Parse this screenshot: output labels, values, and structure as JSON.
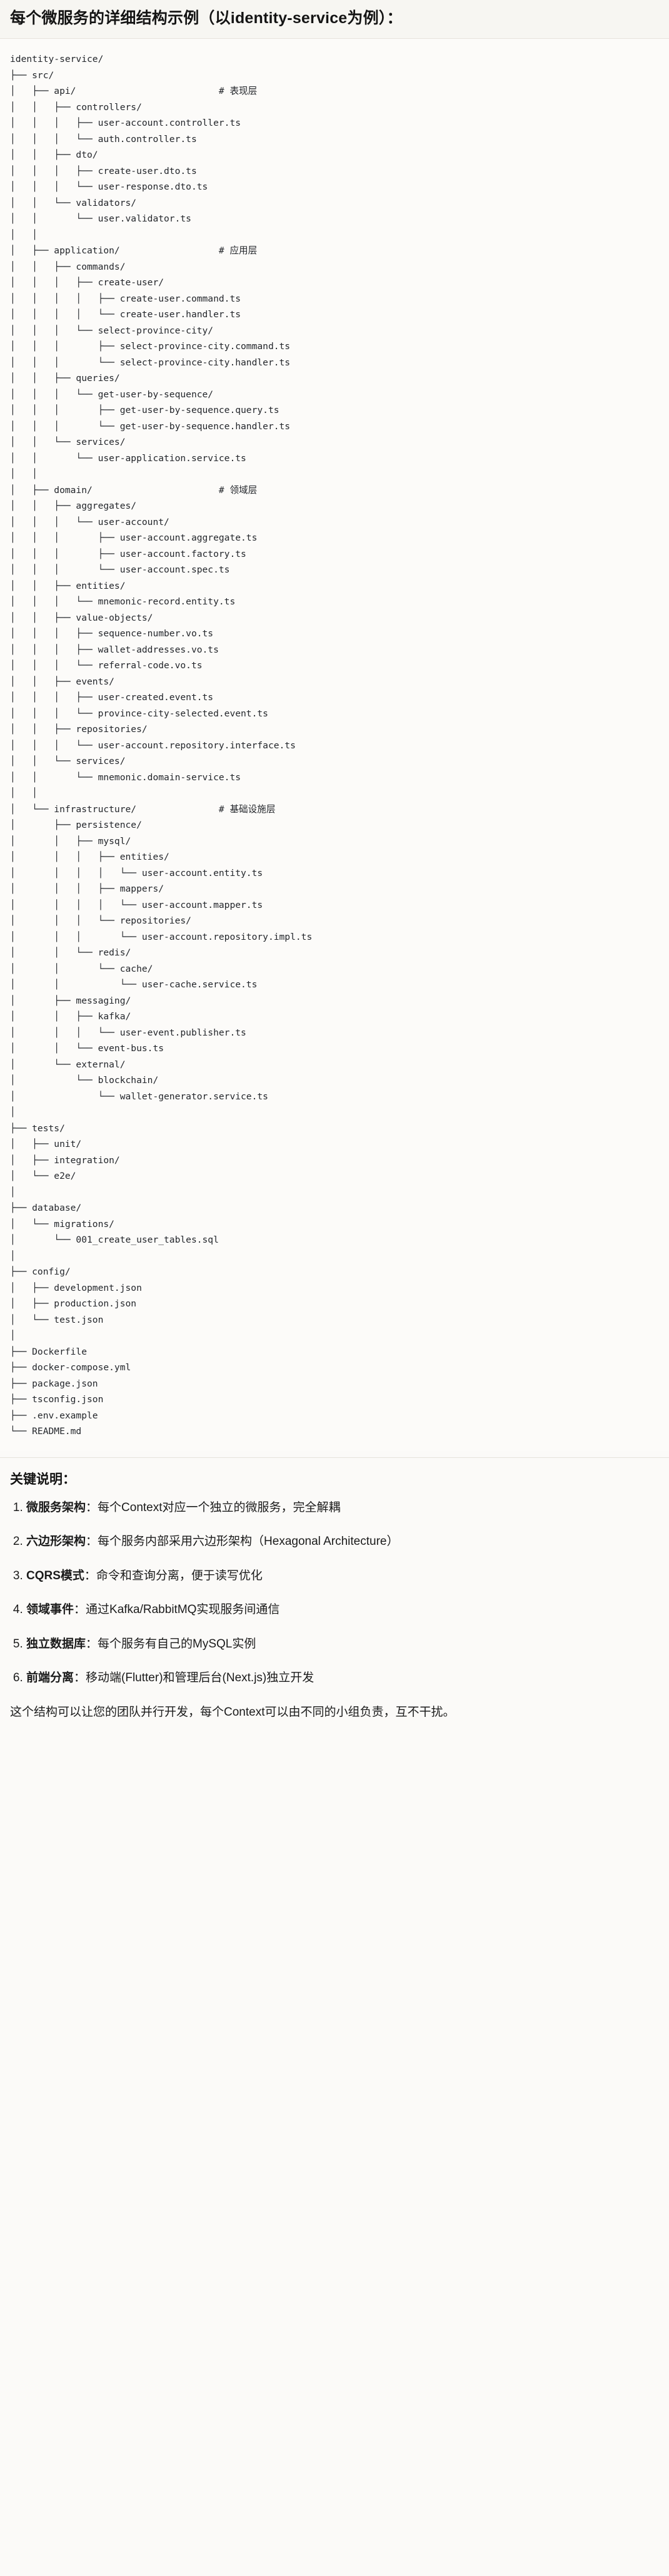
{
  "header": {
    "title": "每个微服务的详细结构示例（以identity-service为例）："
  },
  "tree": {
    "text": "identity-service/\n├── src/\n│   ├── api/                          # 表现层\n│   │   ├── controllers/\n│   │   │   ├── user-account.controller.ts\n│   │   │   └── auth.controller.ts\n│   │   ├── dto/\n│   │   │   ├── create-user.dto.ts\n│   │   │   └── user-response.dto.ts\n│   │   └── validators/\n│   │       └── user.validator.ts\n│   │\n│   ├── application/                  # 应用层\n│   │   ├── commands/\n│   │   │   ├── create-user/\n│   │   │   │   ├── create-user.command.ts\n│   │   │   │   └── create-user.handler.ts\n│   │   │   └── select-province-city/\n│   │   │       ├── select-province-city.command.ts\n│   │   │       └── select-province-city.handler.ts\n│   │   ├── queries/\n│   │   │   └── get-user-by-sequence/\n│   │   │       ├── get-user-by-sequence.query.ts\n│   │   │       └── get-user-by-sequence.handler.ts\n│   │   └── services/\n│   │       └── user-application.service.ts\n│   │\n│   ├── domain/                       # 领域层\n│   │   ├── aggregates/\n│   │   │   └── user-account/\n│   │   │       ├── user-account.aggregate.ts\n│   │   │       ├── user-account.factory.ts\n│   │   │       └── user-account.spec.ts\n│   │   ├── entities/\n│   │   │   └── mnemonic-record.entity.ts\n│   │   ├── value-objects/\n│   │   │   ├── sequence-number.vo.ts\n│   │   │   ├── wallet-addresses.vo.ts\n│   │   │   └── referral-code.vo.ts\n│   │   ├── events/\n│   │   │   ├── user-created.event.ts\n│   │   │   └── province-city-selected.event.ts\n│   │   ├── repositories/\n│   │   │   └── user-account.repository.interface.ts\n│   │   └── services/\n│   │       └── mnemonic.domain-service.ts\n│   │\n│   └── infrastructure/               # 基础设施层\n│       ├── persistence/\n│       │   ├── mysql/\n│       │   │   ├── entities/\n│       │   │   │   └── user-account.entity.ts\n│       │   │   ├── mappers/\n│       │   │   │   └── user-account.mapper.ts\n│       │   │   └── repositories/\n│       │   │       └── user-account.repository.impl.ts\n│       │   └── redis/\n│       │       └── cache/\n│       │           └── user-cache.service.ts\n│       ├── messaging/\n│       │   ├── kafka/\n│       │   │   └── user-event.publisher.ts\n│       │   └── event-bus.ts\n│       └── external/\n│           └── blockchain/\n│               └── wallet-generator.service.ts\n│\n├── tests/\n│   ├── unit/\n│   ├── integration/\n│   └── e2e/\n│\n├── database/\n│   └── migrations/\n│       └── 001_create_user_tables.sql\n│\n├── config/\n│   ├── development.json\n│   ├── production.json\n│   └── test.json\n│\n├── Dockerfile\n├── docker-compose.yml\n├── package.json\n├── tsconfig.json\n├── .env.example\n└── README.md"
  },
  "notes": {
    "title": "关键说明：",
    "items": [
      {
        "term": "微服务架构",
        "sep": "：",
        "desc": "每个Context对应一个独立的微服务，完全解耦"
      },
      {
        "term": "六边形架构",
        "sep": "：",
        "desc": "每个服务内部采用六边形架构（Hexagonal Architecture）"
      },
      {
        "term": "CQRS模式",
        "sep": "：",
        "desc": "命令和查询分离，便于读写优化"
      },
      {
        "term": "领域事件",
        "sep": "：",
        "desc": "通过Kafka/RabbitMQ实现服务间通信"
      },
      {
        "term": "独立数据库",
        "sep": "：",
        "desc": "每个服务有自己的MySQL实例"
      },
      {
        "term": "前端分离",
        "sep": "：",
        "desc": "移动端(Flutter)和管理后台(Next.js)独立开发"
      }
    ],
    "closing": "这个结构可以让您的团队并行开发，每个Context可以由不同的小组负责，互不干扰。"
  },
  "colors": {
    "page_bg": "#fbfaf8",
    "band_bg": "#f7f6f2",
    "code_bg": "#fcfbf9",
    "rule": "#e6e3dc",
    "text": "#1b1b1b",
    "code_text": "#23262b"
  }
}
